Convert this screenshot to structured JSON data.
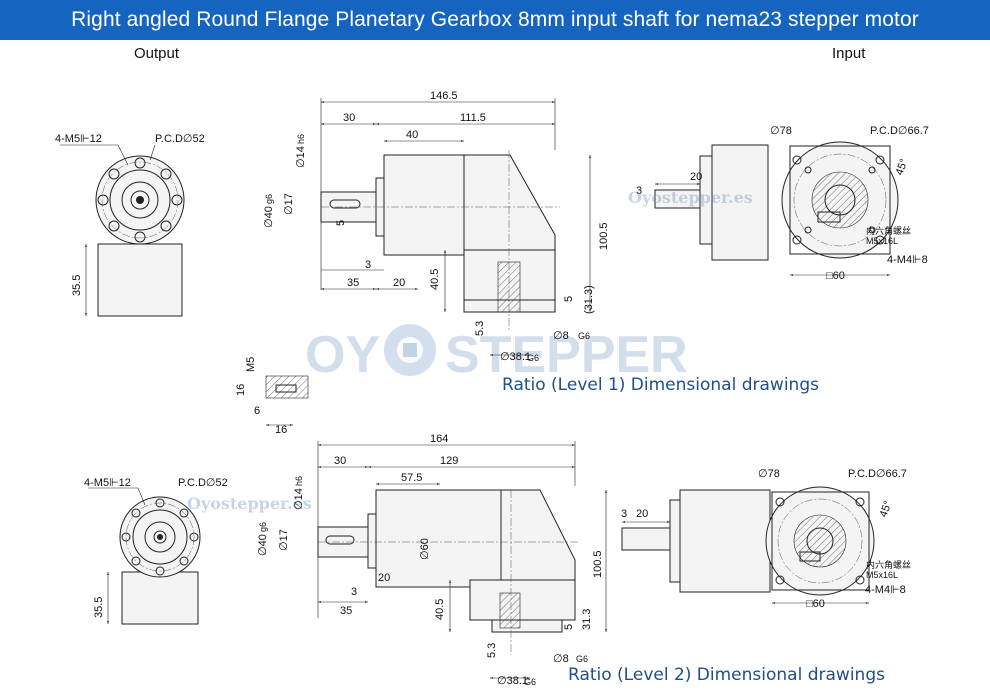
{
  "banner": {
    "title": "Right angled Round Flange Planetary Gearbox 8mm input shaft for nema23 stepper motor"
  },
  "captions": {
    "output": "Output",
    "input": "Input"
  },
  "watermarks": {
    "small": "Oyostepper.es",
    "big_left": "OY",
    "big_right": "STEPPER"
  },
  "brand_color": "#1565c0",
  "level1": {
    "title": "Ratio (Level 1) Dimensional drawings",
    "front_view": {
      "mount": "4-M5⊩12",
      "pcd": "P.C.D∅52",
      "height": "35.5"
    },
    "side_view": {
      "total": "146.5",
      "shaft_len": "30",
      "body": "111.5",
      "flange": "40",
      "d14": "∅14",
      "d14tol": "h6",
      "d40": "∅40",
      "d40tol": "g6",
      "d17": "∅17",
      "key": "5",
      "h": "100.5",
      "b3": "3",
      "b35": "35",
      "b20": "20",
      "b405": "40.5",
      "r5": "5",
      "r313": "(31.3)",
      "v53": "5.3",
      "d8": "∅8",
      "d8tol": "G6",
      "d381": "∅38.1",
      "d381tol": "G6"
    },
    "input_view": {
      "d78": "∅78",
      "pcd": "P.C.D∅66.7",
      "ang": "45°",
      "l20": "20",
      "l3": "3",
      "note_cn": "内六角螺丝",
      "note_size": "M5x16L",
      "mount": "4-M4⊩8",
      "sq": "□60"
    },
    "key_detail": {
      "m5": "M5",
      "h16": "16",
      "w6": "6",
      "w16": "16"
    }
  },
  "level2": {
    "title": "Ratio (Level 2) Dimensional drawings",
    "front_view": {
      "mount": "4-M5⊩12",
      "pcd": "P.C.D∅52",
      "height": "35.5"
    },
    "side_view": {
      "total": "164",
      "shaft_len": "30",
      "body": "129",
      "flange": "57.5",
      "d14": "∅14",
      "d14tol": "h6",
      "d40": "∅40",
      "d40tol": "g6",
      "d17": "∅17",
      "d60": "∅60",
      "h": "100.5",
      "b3": "3",
      "b35": "35",
      "b20": "20",
      "b405": "40.5",
      "r5": "5",
      "r313": "31.3",
      "v53": "5.3",
      "d8": "∅8",
      "d8tol": "G6",
      "d381": "∅38.1",
      "d381tol": "G6"
    },
    "input_view": {
      "d78": "∅78",
      "pcd": "P.C.D∅66.7",
      "ang": "45°",
      "l3": "3",
      "l20": "20",
      "note_cn": "内六角螺丝",
      "note_size": "M5x16L",
      "mount": "4-M4⊩8",
      "sq": "□60"
    }
  }
}
